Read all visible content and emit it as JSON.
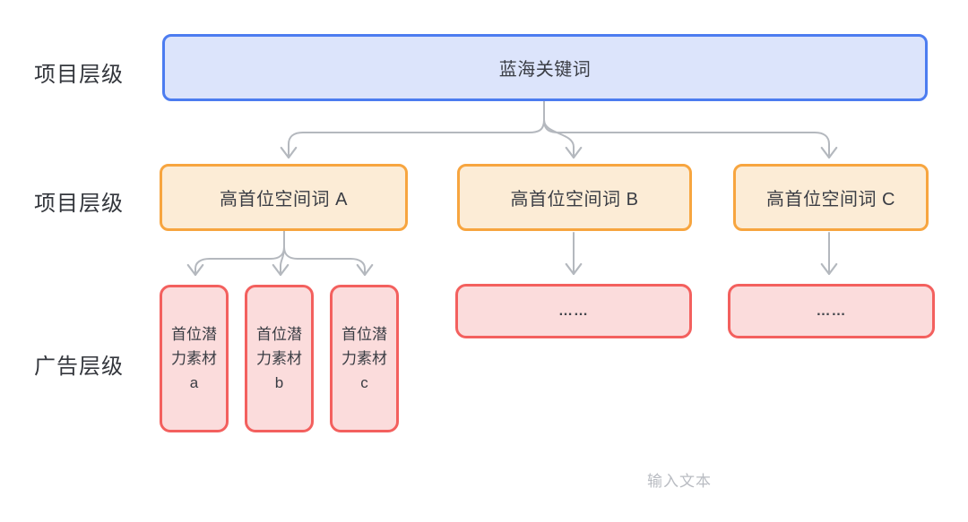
{
  "diagram": {
    "row_labels": [
      {
        "text": "项目层级"
      },
      {
        "text": "项目层级"
      },
      {
        "text": "广告层级"
      }
    ],
    "root": {
      "label": "蓝海关键词"
    },
    "level2": [
      {
        "label": "高首位空间词 A"
      },
      {
        "label": "高首位空间词 B"
      },
      {
        "label": "高首位空间词 C"
      }
    ],
    "level3_under_a": [
      {
        "label": "首位潜力素材 a"
      },
      {
        "label": "首位潜力素材 b"
      },
      {
        "label": "首位潜力素材 c"
      }
    ],
    "level3_under_b": {
      "label": "……"
    },
    "level3_under_c": {
      "label": "……"
    },
    "footer_caption": "输入文本",
    "colors": {
      "root_border": "#4c7cf0",
      "root_fill": "#dce4fb",
      "level2_border": "#f7a53f",
      "level2_fill": "#fcecd6",
      "level3_border": "#f3605e",
      "level3_fill": "#fbdcdc",
      "connector": "#b4b8be",
      "label_text": "#33363c",
      "caption_text": "#b9bcc2"
    }
  }
}
